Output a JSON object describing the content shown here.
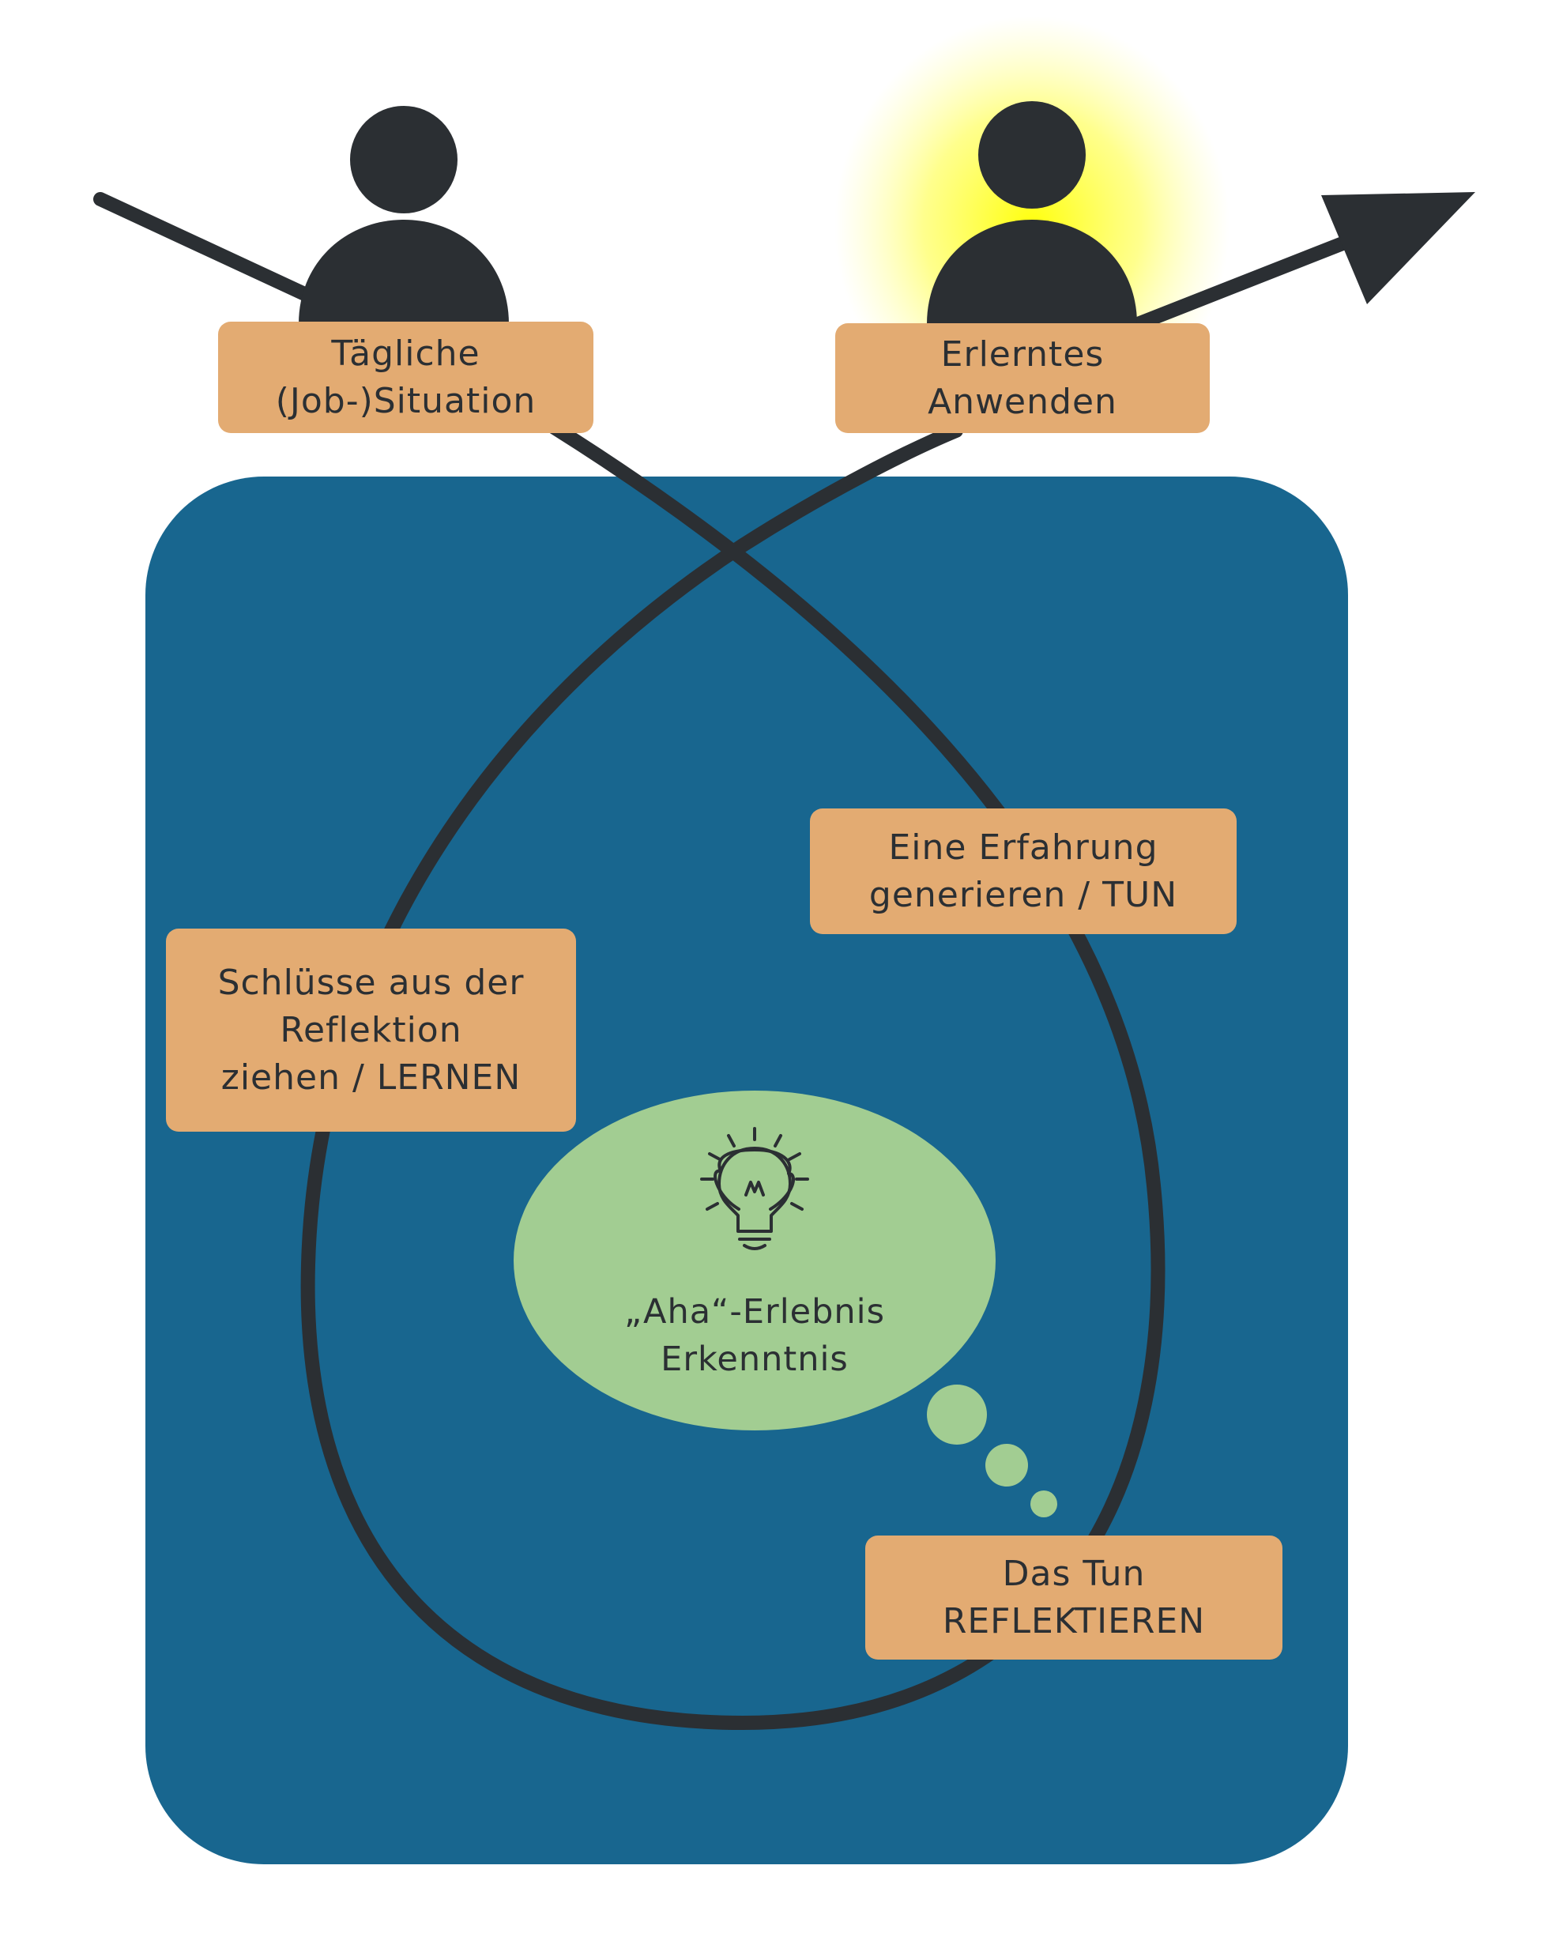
{
  "colors": {
    "panel": "#18668f",
    "line": "#2b2f33",
    "label_bg": "#e3ab72",
    "bubble": "#a2cd92",
    "glow": "#ffff00",
    "person": "#2b2f33"
  },
  "icons": {
    "person_left": "person-icon",
    "person_right": "person-icon",
    "bulb": "lightbulb-icon",
    "arrow": "arrow-head-icon"
  },
  "labels": {
    "daily": {
      "line1": "Tägliche",
      "line2": "(Job-)Situation"
    },
    "apply": {
      "line1": "Erlerntes",
      "line2": "Anwenden"
    },
    "experience": {
      "line1": "Eine Erfahrung",
      "line2": "generieren / TUN"
    },
    "conclusions": {
      "line1": "Schlüsse aus der",
      "line2": "Reflektion",
      "line3": "ziehen / LERNEN"
    },
    "reflect": {
      "line1": "Das Tun",
      "line2": "REFLEKTIEREN"
    }
  },
  "bubble": {
    "line1": "„Aha“-Erlebnis",
    "line2": "Erkenntnis"
  }
}
